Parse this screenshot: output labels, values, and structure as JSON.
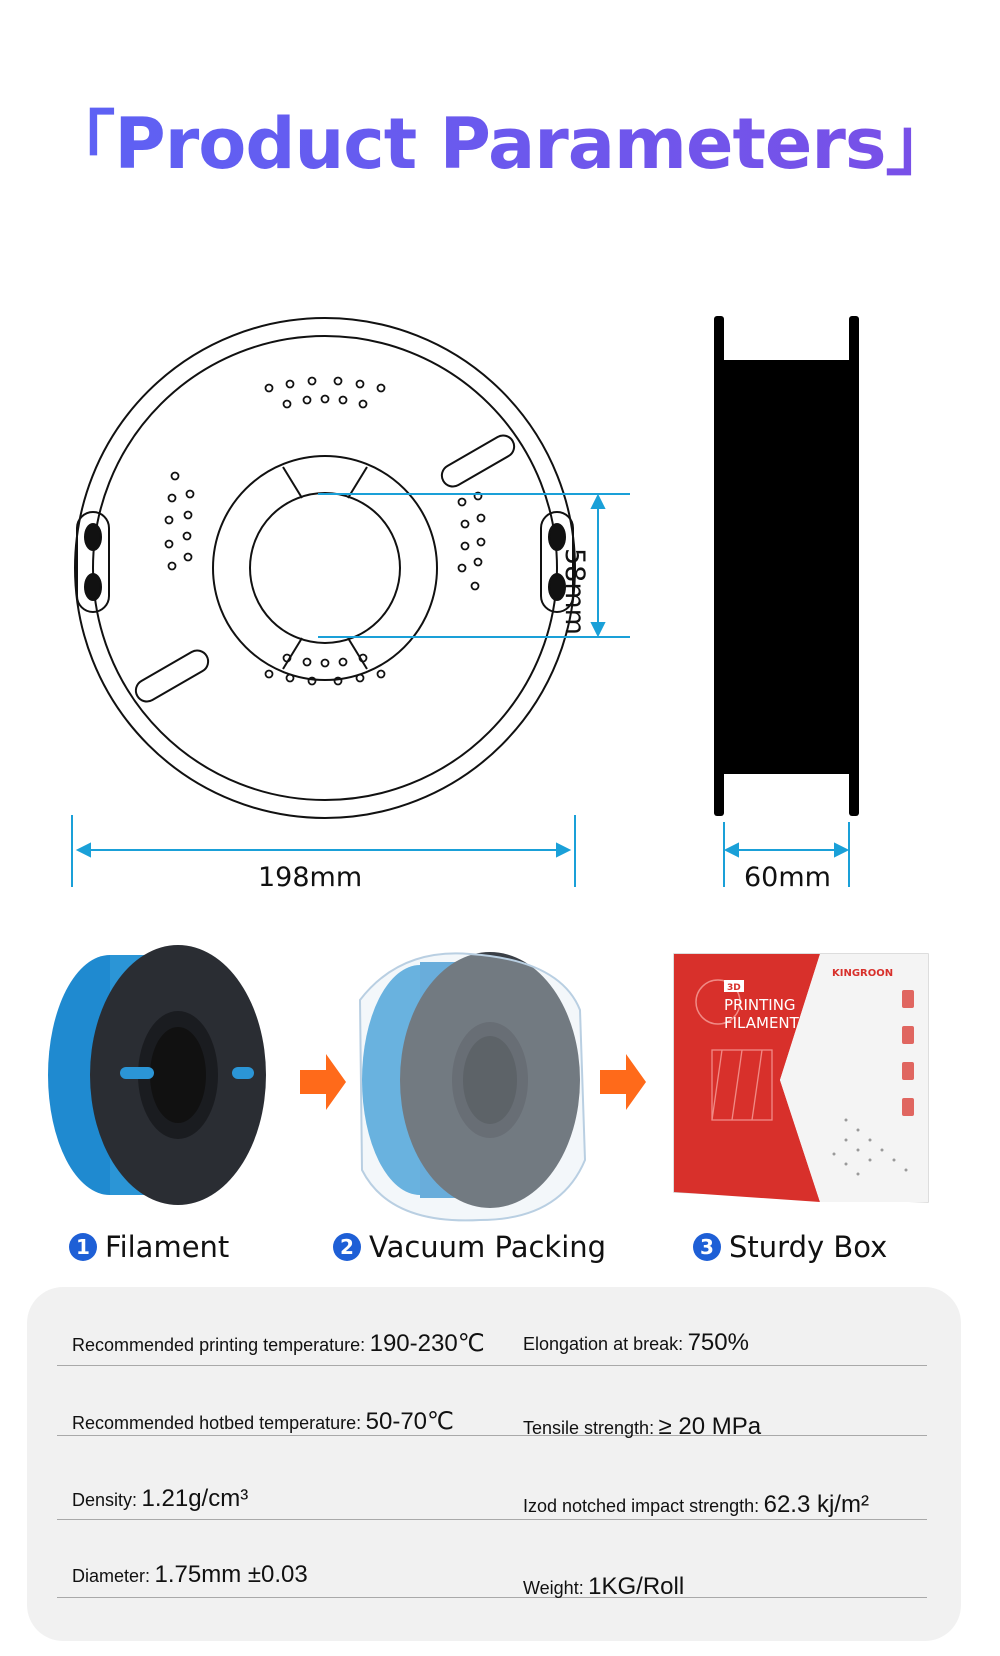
{
  "title": "「Product Parameters」",
  "dimensions": {
    "outer_diameter": "198mm",
    "width": "60mm",
    "hub_diameter": "58mm"
  },
  "packaging_steps": [
    {
      "number": "1",
      "label": "Filament"
    },
    {
      "number": "2",
      "label": "Vacuum Packing"
    },
    {
      "number": "3",
      "label": "Sturdy Box"
    }
  ],
  "box_print": {
    "badge": "3D",
    "line1": "PRINTING",
    "line2": "FILAMENT",
    "brand": "KINGROON"
  },
  "parameters": [
    {
      "left_key": "Recommended printing temperature:",
      "left_value": "190-230℃",
      "right_key": "Elongation at break:",
      "right_value": "750%"
    },
    {
      "left_key": "Recommended hotbed temperature:",
      "left_value": "50-70℃",
      "right_key": "Tensile strength:",
      "right_value": "≥ 20 MPa"
    },
    {
      "left_key": "Density:",
      "left_value": "1.21g/cm³",
      "right_key": "Izod notched impact strength:",
      "right_value": "62.3 kj/m²"
    },
    {
      "left_key": "Diameter:",
      "left_value": "1.75mm ±0.03",
      "right_key": "Weight:",
      "right_value": "1KG/Roll"
    }
  ],
  "colors": {
    "title_gradient_start": "#5b63f5",
    "title_gradient_end": "#7b4ee6",
    "dimension_line": "#1aa0d8",
    "filament_blue": "#2b95d6",
    "arrow_orange": "#ff6a1a",
    "box_red": "#d8302b",
    "step_badge": "#1e5fd6",
    "card_bg": "#f1f1f1"
  }
}
